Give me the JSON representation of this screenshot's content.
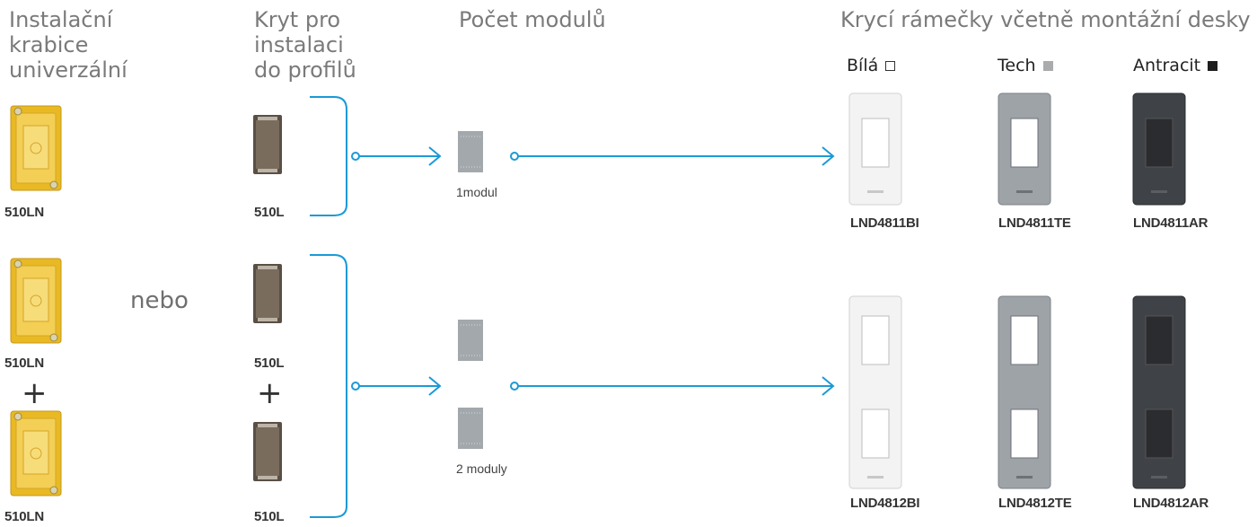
{
  "headings": {
    "box": [
      "Instalační",
      "krabice",
      "univerzální"
    ],
    "cover": [
      "Kryt pro",
      "instalaci",
      "do profilů"
    ],
    "modules": "Počet modulů",
    "frames": "Krycí rámečky včetně montážní desky"
  },
  "colors_legend": [
    {
      "label": "Bílá",
      "swatch": "#ffffff"
    },
    {
      "label": "Tech",
      "swatch": "#a9abad"
    },
    {
      "label": "Antracit",
      "swatch": "#1e1e1e"
    }
  ],
  "nebo": "nebo",
  "plus": "+",
  "boxes": {
    "code": "510LN"
  },
  "covers": {
    "code": "510L"
  },
  "modules": {
    "one": "1modul",
    "two": "2 moduly"
  },
  "frames_row1": [
    "LND4811BI",
    "LND4811TE",
    "LND4811AR"
  ],
  "frames_row2": [
    "LND4812BI",
    "LND4812TE",
    "LND4812AR"
  ],
  "palette": {
    "arrow": "#1b9ad6",
    "box_yellow": "#e8b923",
    "cover_brown": "#5a4f45",
    "module_gray": "#a3a8ad",
    "frame_white": "#f3f3f3",
    "frame_tech": "#9ea3a8",
    "frame_antracit": "#3f4246"
  }
}
